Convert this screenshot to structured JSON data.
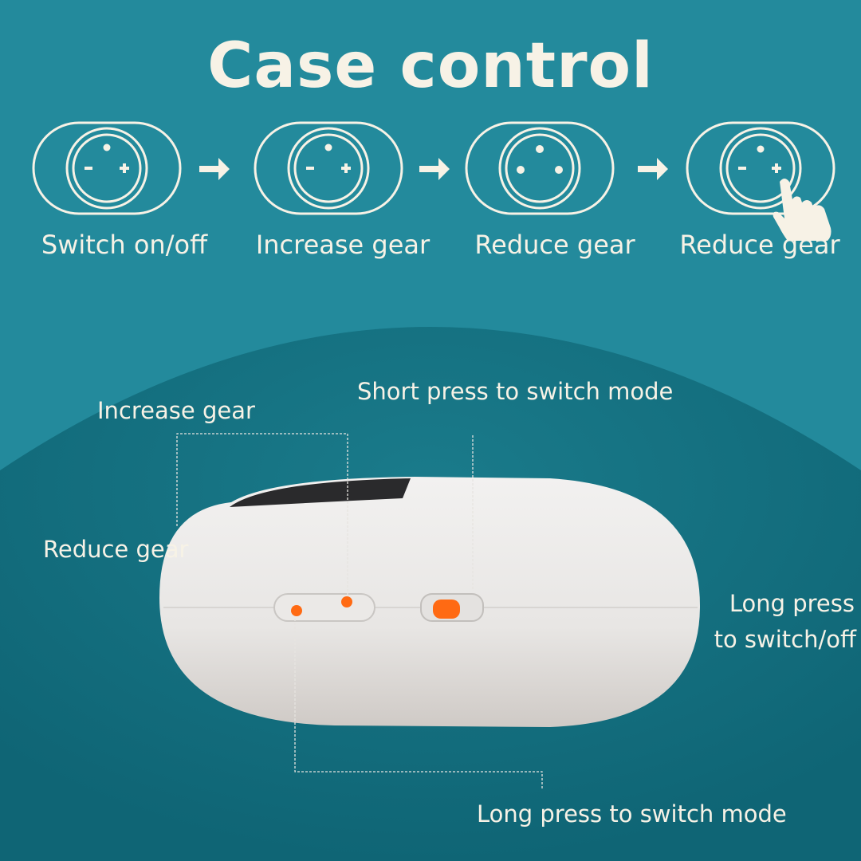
{
  "title": "Case control",
  "steps": [
    {
      "label": "Switch on/off",
      "icon": "button-plus-minus-icon"
    },
    {
      "label": "Increase gear",
      "icon": "button-plus-minus-icon"
    },
    {
      "label": "Reduce gear",
      "icon": "button-dots-icon"
    },
    {
      "label": "Reduce gear",
      "icon": "button-press-hand-icon"
    }
  ],
  "callouts": {
    "increase_gear": "Increase gear",
    "reduce_gear": "Reduce gear",
    "short_press": "Short press to switch mode",
    "long_press_power_line1": "Long press",
    "long_press_power_line2": "to switch/off",
    "long_press_mode": "Long press to switch mode"
  },
  "colors": {
    "background": "#238a9c",
    "background_dark": "#136c7b",
    "text": "#f7f2e6",
    "accent": "#ff6a13",
    "case": "#ebe9e7"
  }
}
